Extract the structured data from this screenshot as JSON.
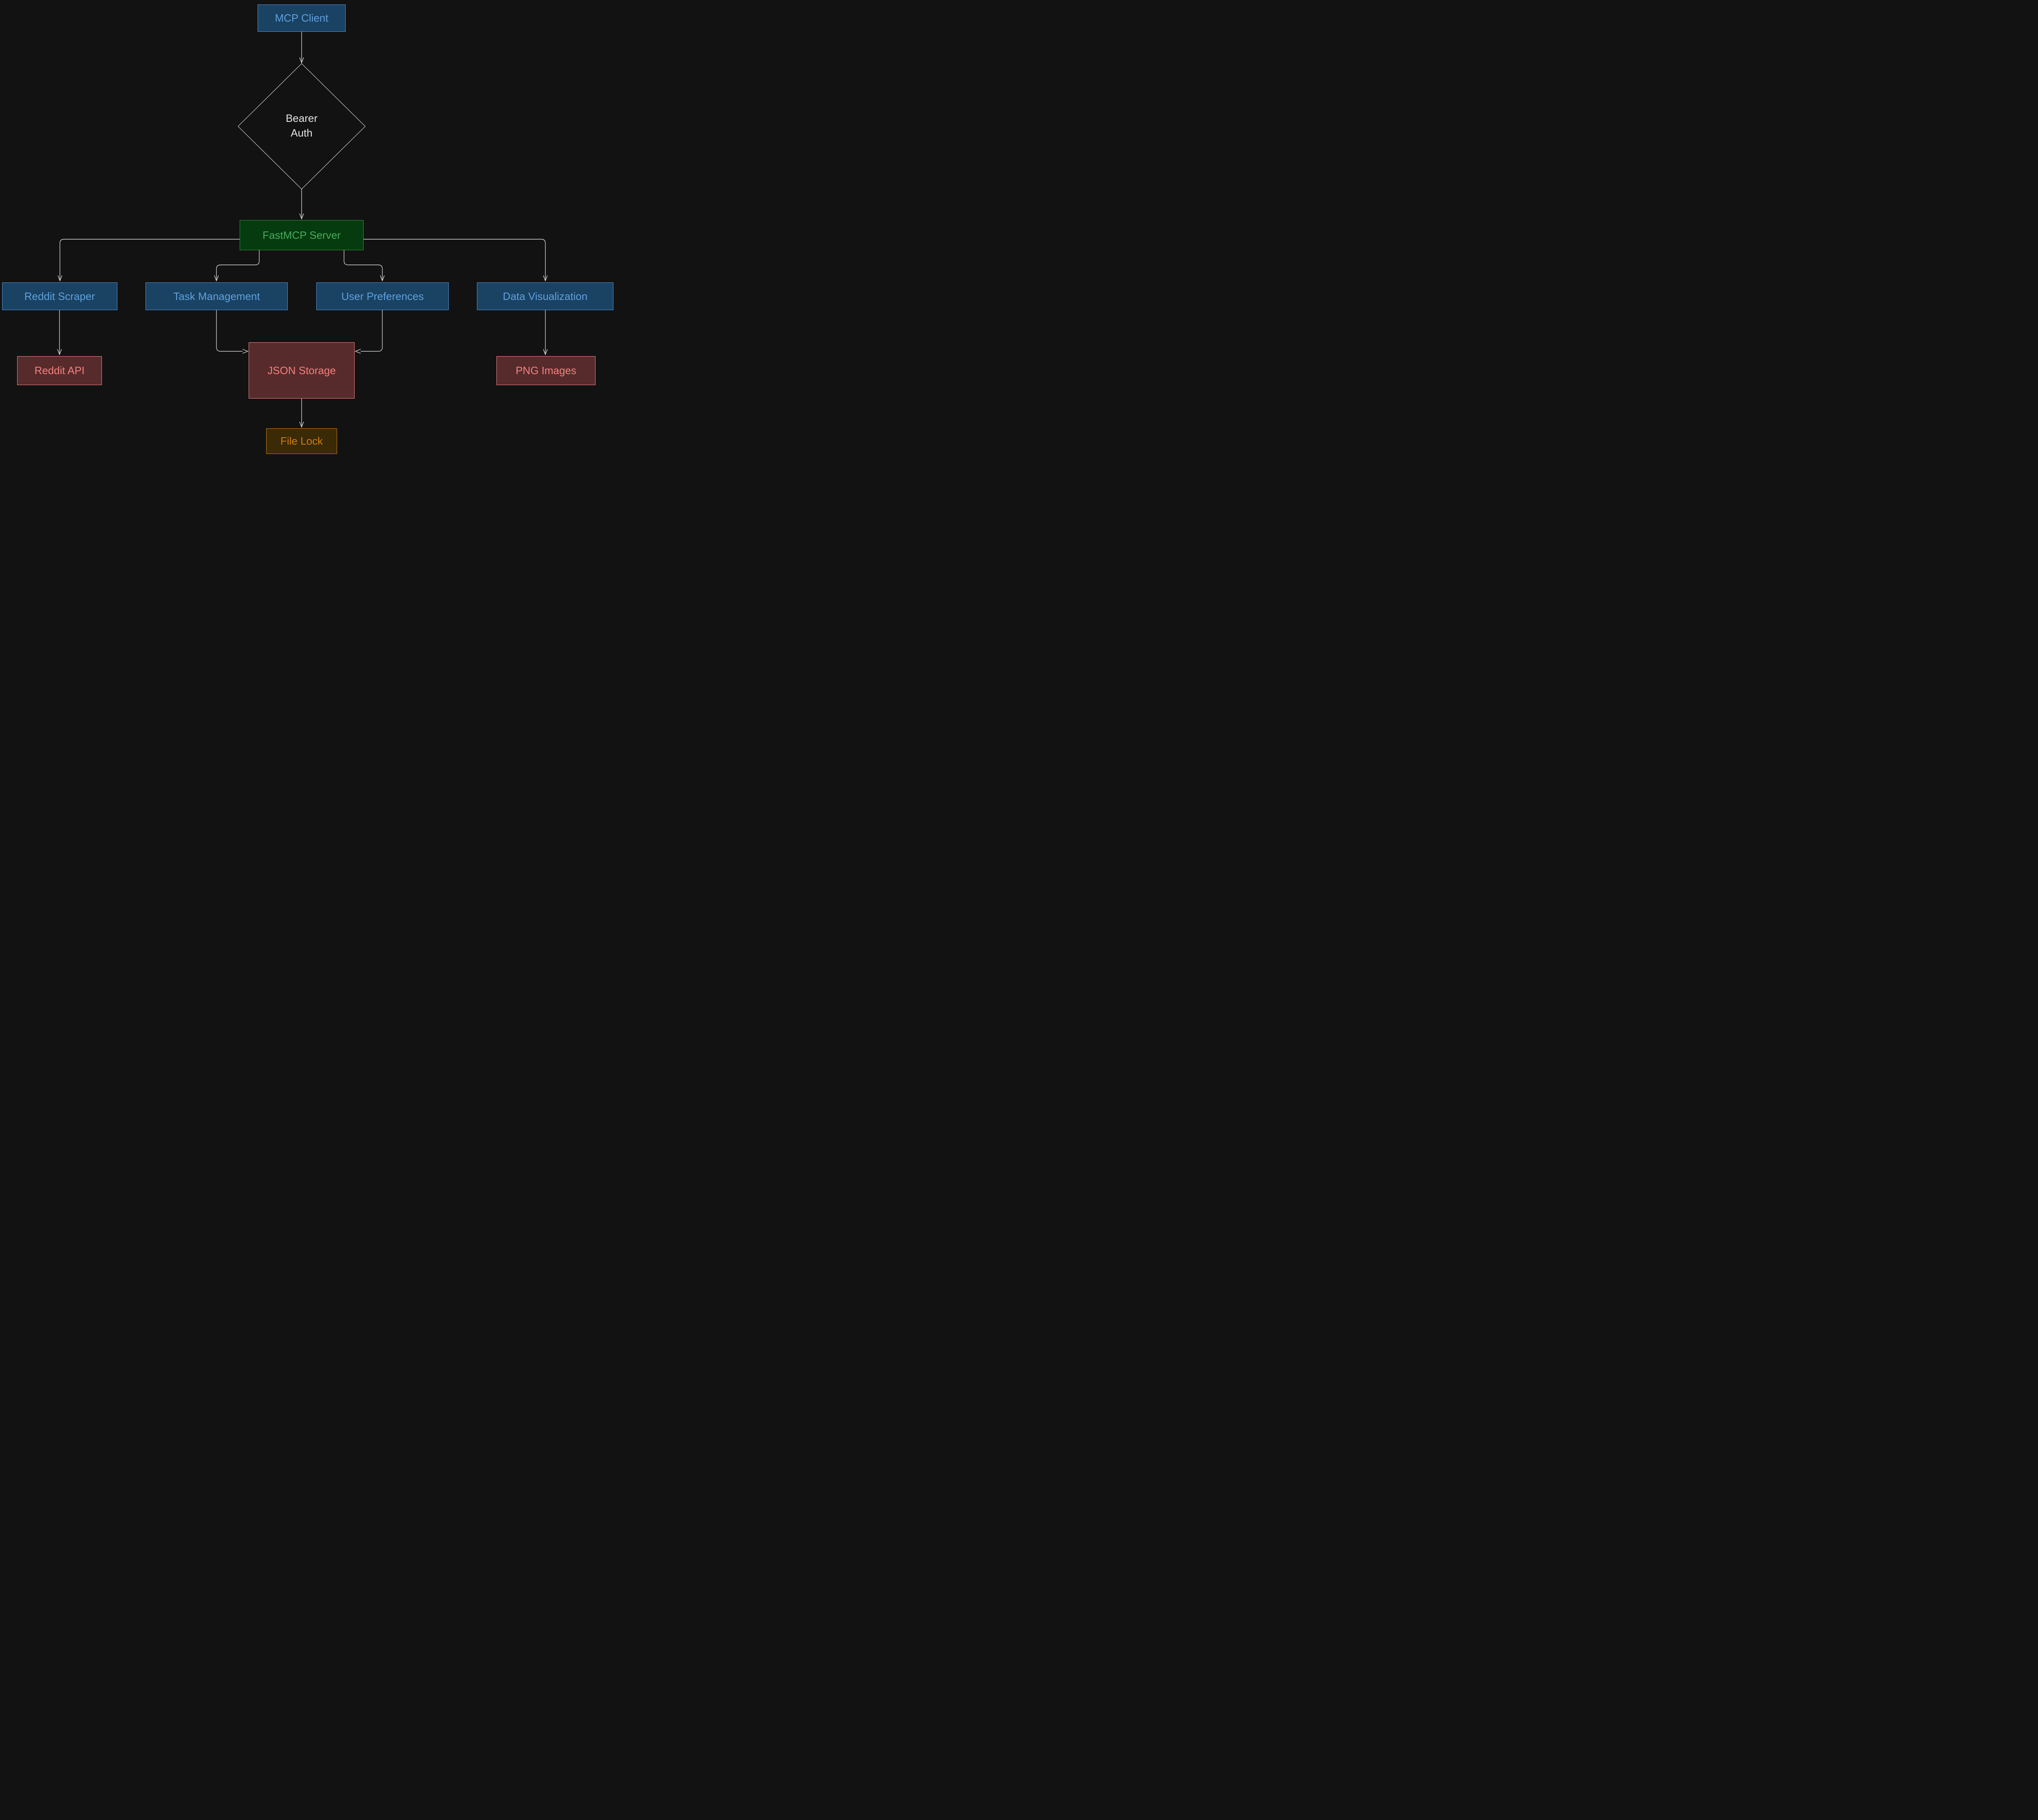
{
  "diagram": {
    "title": "MCP server architecture flowchart",
    "nodes": {
      "mcp_client": {
        "label": "MCP Client",
        "type": "client",
        "color_role": "blue"
      },
      "bearer_auth": {
        "label": "Bearer Auth",
        "type": "decision",
        "color_role": "neutral-outline"
      },
      "fastmcp_server": {
        "label": "FastMCP Server",
        "type": "server",
        "color_role": "green"
      },
      "reddit_scraper": {
        "label": "Reddit Scraper",
        "type": "module",
        "color_role": "blue"
      },
      "task_management": {
        "label": "Task Management",
        "type": "module",
        "color_role": "blue"
      },
      "user_preferences": {
        "label": "User Preferences",
        "type": "module",
        "color_role": "blue"
      },
      "data_visualization": {
        "label": "Data Visualization",
        "type": "module",
        "color_role": "blue"
      },
      "reddit_api": {
        "label": "Reddit API",
        "type": "external",
        "color_role": "red"
      },
      "json_storage": {
        "label": "JSON Storage",
        "type": "storage",
        "color_role": "red"
      },
      "png_images": {
        "label": "PNG Images",
        "type": "output",
        "color_role": "red"
      },
      "file_lock": {
        "label": "File Lock",
        "type": "lock",
        "color_role": "orange"
      }
    },
    "edges": [
      {
        "from": "mcp_client",
        "to": "bearer_auth"
      },
      {
        "from": "bearer_auth",
        "to": "fastmcp_server"
      },
      {
        "from": "fastmcp_server",
        "to": "reddit_scraper"
      },
      {
        "from": "fastmcp_server",
        "to": "task_management"
      },
      {
        "from": "fastmcp_server",
        "to": "user_preferences"
      },
      {
        "from": "fastmcp_server",
        "to": "data_visualization"
      },
      {
        "from": "reddit_scraper",
        "to": "reddit_api"
      },
      {
        "from": "task_management",
        "to": "json_storage"
      },
      {
        "from": "user_preferences",
        "to": "json_storage"
      },
      {
        "from": "data_visualization",
        "to": "png_images"
      },
      {
        "from": "json_storage",
        "to": "file_lock"
      }
    ],
    "colors": {
      "background": "#121212",
      "blue_fill": "#1A4263",
      "blue_border": "#5596D8",
      "blue_text": "#5FA0DC",
      "green_fill": "#053B0E",
      "green_border": "#3B9148",
      "green_text": "#48A95C",
      "red_fill": "#572B2B",
      "red_border": "#F58A8A",
      "red_text": "#F57F7F",
      "orange_fill": "#3A2A06",
      "orange_border": "#CF7E17",
      "orange_text": "#CC7D12",
      "decision_border": "#CFCFCF",
      "decision_text": "#E3E3E3",
      "edge_color": "#D4D4D4"
    }
  }
}
